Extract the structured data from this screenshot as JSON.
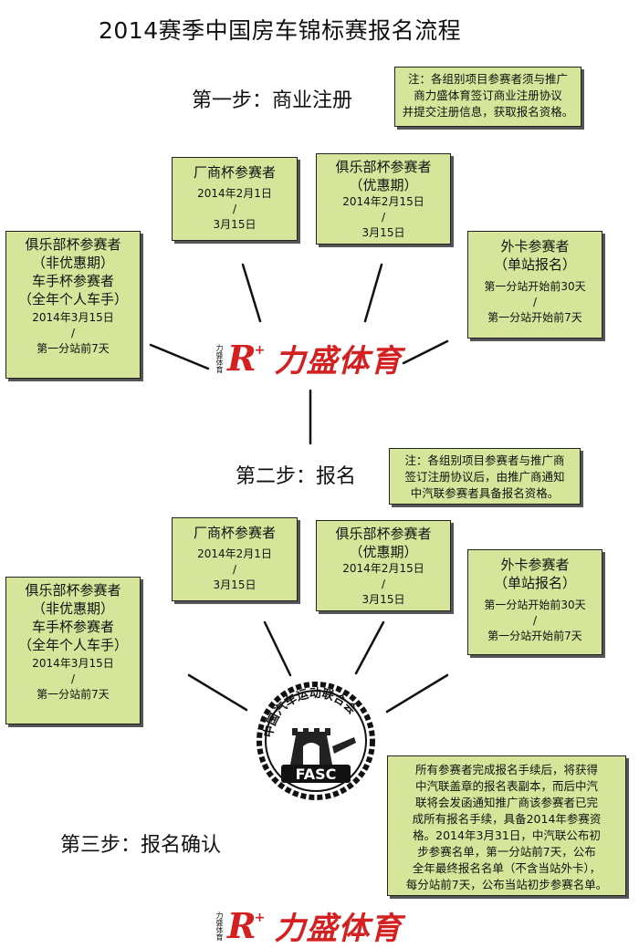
{
  "title": "2014赛季中国房车锦标赛报名流程",
  "step1": "第一步：商业注册",
  "step2": "第二步：报名",
  "step3": "第三步：报名确认",
  "note1": [
    "注：各组别项目参赛者须与推广",
    "商力盛体育签订商业注册协议",
    "并提交注册信息，获取报名资格。"
  ],
  "note2": [
    "注：各组别项目参赛者与推广商",
    "签订注册协议后，由推广商通知",
    "中汽联参赛者具备报名资格。"
  ],
  "note3": [
    "所有参赛者完成报名手续后，将获得",
    "中汽联盖章的报名表副本，而后中汽",
    "联将会发函通知推广商该参赛者已完",
    "成所有报名手续，具备2014年参赛资",
    "格。2014年3月31日，中汽联公布初",
    "步参赛名单，第一分站前7天，公布",
    "全年最终报名名单（不含当站外卡），",
    "每分站前7天，公布当站初步参赛名单。"
  ],
  "boxes": {
    "factory": {
      "h": [
        "厂商杯参赛者"
      ],
      "s": [
        "2014年2月1日",
        "/",
        "3月15日"
      ]
    },
    "club_early": {
      "h": [
        "俱乐部杯参赛者",
        "（优惠期）"
      ],
      "s": [
        "2014年2月15日",
        "/",
        "3月15日"
      ]
    },
    "club_late": {
      "h": [
        "俱乐部杯参赛者",
        "（非优惠期）",
        "车手杯参赛者",
        "（全年个人车手）"
      ],
      "s": [
        "2014年3月15日",
        "/",
        "第一分站前7天"
      ]
    },
    "wildcard": {
      "h": [
        "外卡参赛者",
        "（单站报名）"
      ],
      "s": [
        "第一分站开始前30天",
        "/",
        "第一分站开始前7天"
      ]
    }
  },
  "logo": {
    "tiny": "力盛体育",
    "mark": "R",
    "plus": "+",
    "name": "力盛体育"
  },
  "fasc": {
    "ring": "中国汽车运动联合会",
    "abbr": "FASC"
  }
}
